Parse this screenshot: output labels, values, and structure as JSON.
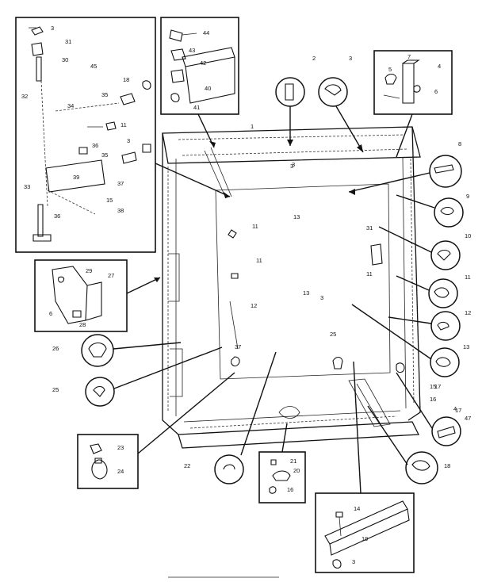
{
  "left_detail_box": {
    "labels": [
      "3",
      "31",
      "30",
      "45",
      "32",
      "18",
      "35",
      "34",
      "11",
      "36",
      "3",
      "35",
      "39",
      "37",
      "33",
      "15",
      "38",
      "36"
    ]
  },
  "top_detail_box": {
    "labels": [
      "44",
      "43",
      "42",
      "40",
      "41"
    ]
  },
  "top_right_box": {
    "labels": [
      "7",
      "4",
      "5",
      "6"
    ]
  },
  "bracket_box": {
    "labels": [
      "29",
      "27",
      "6",
      "28"
    ]
  },
  "bulb_box": {
    "labels": [
      "23",
      "24"
    ]
  },
  "clip_box": {
    "labels": [
      "21",
      "20",
      "16"
    ]
  },
  "rail_box": {
    "labels": [
      "14",
      "19",
      "3"
    ]
  },
  "cabinet": {
    "labels": [
      "1",
      "3",
      "13",
      "11",
      "11",
      "13",
      "3",
      "12",
      "37",
      "25",
      "15",
      "47",
      "3"
    ]
  },
  "circles": [
    {
      "label": "2"
    },
    {
      "label": "3"
    },
    {
      "label": "8"
    },
    {
      "label": "9"
    },
    {
      "label": "10"
    },
    {
      "label": "11"
    },
    {
      "label": "12"
    },
    {
      "label": "13"
    },
    {
      "label": "26"
    },
    {
      "label": "25"
    },
    {
      "label": "22"
    },
    {
      "label": "17"
    },
    {
      "label": "18"
    }
  ],
  "side_labels": {
    "callout_31": "31",
    "callout_11": "11",
    "callout_16": "16",
    "callout_17": "17",
    "callout_4": "4"
  }
}
